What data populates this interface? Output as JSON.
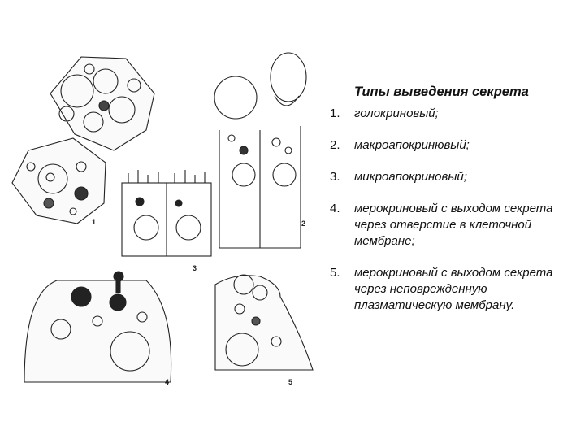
{
  "heading": "Типы выведения секрета",
  "items": [
    {
      "num": "1.",
      "text": "голокриновый;"
    },
    {
      "num": "2.",
      "text": "макроапокринювый;"
    },
    {
      "num": "3.",
      "text": "микроапокриновый;"
    },
    {
      "num": "4.",
      "text": "мерокриновый с выходом секрета через отверстие в клеточной мембране;"
    },
    {
      "num": "5.",
      "text": "мерокриновый с выходом секрета через неповрежденную плазматическую мембрану."
    }
  ],
  "figure": {
    "labels": [
      "1",
      "2",
      "3",
      "4",
      "5"
    ]
  }
}
